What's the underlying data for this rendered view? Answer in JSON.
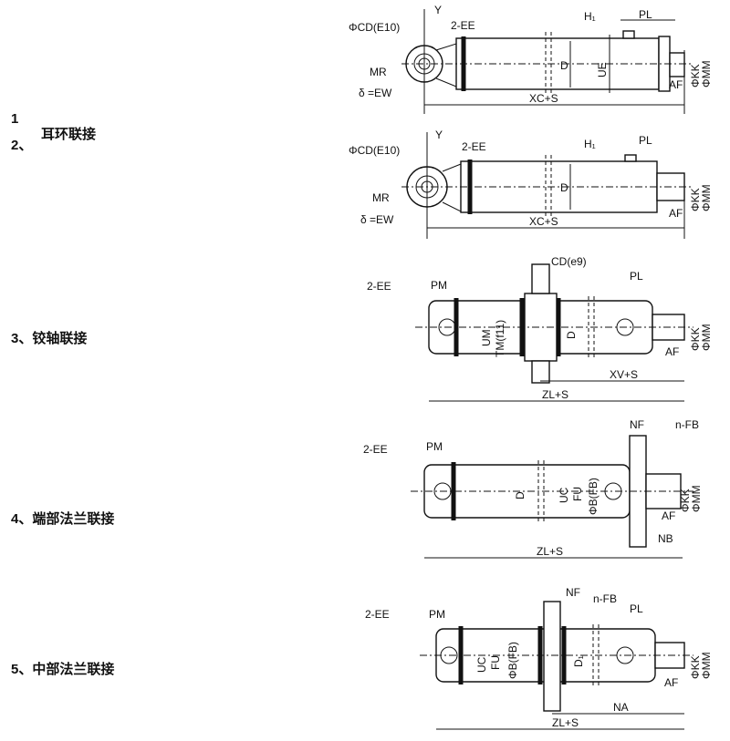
{
  "left_labels": {
    "num1": "1",
    "num2": "2、",
    "item12": "耳环联接",
    "item3": "3、铰轴联接",
    "item4": "4、端部法兰联接",
    "item5": "5、中部法兰联接"
  },
  "drawing1": {
    "cd": "ΦCD(E10)",
    "y": "Y",
    "ee": "2-EE",
    "h1": "H₁",
    "pl": "PL",
    "mr": "MR",
    "ew": "δ =EW",
    "d": "D",
    "ue": "UE",
    "kk": "ΦKK",
    "mm": "ΦMM",
    "af": "AF",
    "xc": "XC+S"
  },
  "drawing2": {
    "cd": "ΦCD(E10)",
    "y": "Y",
    "ee": "2-EE",
    "h1": "H₁",
    "pl": "PL",
    "mr": "MR",
    "ew": "δ =EW",
    "d": "D",
    "kk": "ΦKK",
    "mm": "ΦMM",
    "af": "AF",
    "xc": "XC+S"
  },
  "drawing3": {
    "ee": "2-EE",
    "pm": "PM",
    "cd": "CD(e9)",
    "pl": "PL",
    "um": "UM",
    "tm": "TM(f11)",
    "d": "D",
    "kk": "ΦKK",
    "mm": "ΦMM",
    "af": "AF",
    "xv": "XV+S",
    "zl": "ZL+S"
  },
  "drawing4": {
    "nf": "NF",
    "fb": "n-FB",
    "ee": "2-EE",
    "pm": "PM",
    "d": "D",
    "uc": "UC",
    "fu": "FU",
    "b": "ΦB(FB)",
    "kk": "ΦKK",
    "mm": "ΦMM",
    "af": "AF",
    "nb": "NB",
    "zl": "ZL+S"
  },
  "drawing5": {
    "nf": "NF",
    "fb": "n-FB",
    "ee": "2-EE",
    "pm": "PM",
    "pl": "PL",
    "uc": "UC",
    "fu": "FU",
    "b": "ΦB(FB)",
    "d1": "D₁",
    "kk": "ΦKK",
    "mm": "ΦMM",
    "af": "AF",
    "na": "NA",
    "zl": "ZL+S"
  }
}
